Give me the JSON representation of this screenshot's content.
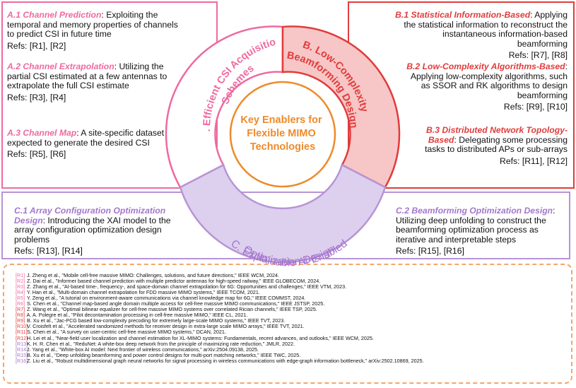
{
  "center": {
    "lines": [
      "Key Enablers for",
      "Flexible MIMO",
      "Technologies"
    ],
    "color": "#ee8a2a"
  },
  "rings": {
    "a": {
      "lines": [
        "A. Efficient CSI Acquisition",
        "Schemes"
      ],
      "color": "#ee6aa0"
    },
    "b": {
      "lines": [
        "B. Low-Complexity",
        "Beamforming Design"
      ],
      "color": "#e03c3c"
    },
    "c": {
      "lines": [
        "C. Explainable AI-Enabled",
        "Optimization Design"
      ],
      "color": "#a476cc"
    }
  },
  "panel_a": {
    "items": [
      {
        "title": "A.1 Channel Prediction",
        "text": ": Exploiting the temporal and memory properties of channels to predict CSI in future time",
        "refs": "Refs: [R1], [R2]"
      },
      {
        "title": "A.2 Channel Extrapolation",
        "text": ": Utilizing the partial CSI estimated at a few antennas to extrapolate the full CSI estimate",
        "refs": "Refs: [R3], [R4]"
      },
      {
        "title": "A.3 Channel Map",
        "text": ": A site-specific dataset expected to generate the desired CSI",
        "refs": "Refs: [R5], [R6]"
      }
    ]
  },
  "panel_b": {
    "items": [
      {
        "title": "B.1 Statistical Information-Based",
        "text": ": Applying the statistical information to reconstruct the instantaneous information-based beamforming",
        "refs": "Refs: [R7], [R8]"
      },
      {
        "title": "B.2 Low-Complexity Algorithms-Based",
        "text": ": Applying low-complexity algorithms, such as SSOR and RK algorithms to design beamforming",
        "refs": "Refs: [R9], [R10]"
      },
      {
        "title": "B.3 Distributed Network Topology-Based",
        "text": ": Delegating some processing tasks to distributed APs or sub-arrays",
        "refs": "Refs: [R11], [R12]"
      }
    ]
  },
  "panel_c": {
    "items": [
      {
        "title": "C.1 Array Configuration Optimization Design",
        "text": ": Introducing the XAI model to the array configuration optimization design problems",
        "refs": "Refs: [R13], [R14]"
      },
      {
        "title": "C.2 Beamforming Optimization Design",
        "text": ": Utilizing deep unfolding to construct the beamforming optimization process as iterative and interpretable steps",
        "refs": "Refs: [R15], [R16]"
      }
    ]
  },
  "references": [
    {
      "tag": "[R1]",
      "color": "#ee6aa0",
      "text": "J. Zheng et al., \"Mobile cell-free massive MIMO: Challenges, solutions, and future directions,\" IEEE WCM, 2024."
    },
    {
      "tag": "[R2]",
      "color": "#ee6aa0",
      "text": "Z. Dai et al., \"Informer based channel prediction with multiple predictor antennas for high-speed railway,\" IEEE GLOBECOM, 2024."
    },
    {
      "tag": "[R3]",
      "color": "#ee6aa0",
      "text": "Z. Zhang et al., \"AI-based time-, frequency-, and space-domain channel extrapolation for 6G: Opportunities and challenges,\" IEEE VTM, 2023."
    },
    {
      "tag": "[R4]",
      "color": "#ee6aa0",
      "text": "Y. Han et al., \"Multi-domain channel extrapolation for FDD massive MIMO systems,\" IEEE TCOM, 2021."
    },
    {
      "tag": "[R5]",
      "color": "#ee6aa0",
      "text": "Y. Zeng et al., \"A tutorial on environment-aware communications via channel knowledge map for 6G,\" IEEE COMMST, 2024."
    },
    {
      "tag": "[R6]",
      "color": "#ee6aa0",
      "text": "S. Chen et al., \"Channel map-based angle domain multiple access for cell-free massive MIMO communications,\" IEEE JSTSP, 2025."
    },
    {
      "tag": "[R7]",
      "color": "#e03c3c",
      "text": "Z. Wang et al., \"Optimal bilinear equalizer for cell-free massive MIMO systems over correlated Rician channels,\" IEEE TSP, 2025."
    },
    {
      "tag": "[R8]",
      "color": "#e03c3c",
      "text": "A. A. Polegre et al., \"Pilot decontamination processing in cell-free massive MIMO,\" IEEE CL, 2021."
    },
    {
      "tag": "[R9]",
      "color": "#e03c3c",
      "text": "B. Xu et al., \"Jac-PCG based low-complexity precoding for extremely large-scale MIMO systems,\" IEEE TVT, 2023."
    },
    {
      "tag": "[R10]",
      "color": "#e03c3c",
      "text": "V. Croisfelt et al., \"Accelerated randomized methods for receiver design in extra-large scale MIMO arrays,\" IEEE TVT, 2021."
    },
    {
      "tag": "[R11]",
      "color": "#e03c3c",
      "text": "S. Chen et al., \"A survey on user-centric cell-free massive MIMO systems,\" DCAN, 2021."
    },
    {
      "tag": "[R12]",
      "color": "#e03c3c",
      "text": "H. Lei et al., \"Near-field user localization and channel estimation for XL-MIMO systems: Fundamentals, recent advances, and outlooks,\" IEEE WCM, 2025."
    },
    {
      "tag": "[R13]",
      "color": "#a476cc",
      "text": "K. H. R. Chen et al., \"ReduNet: A white-box deep network from the principle of maximizing rate reduction,\" JMLR, 2022."
    },
    {
      "tag": "[R14]",
      "color": "#a476cc",
      "text": "J. Yang et al., \"White-box AI model: Next frontier of wireless communications,\" arXiv:2504.09138, 2025."
    },
    {
      "tag": "[R15]",
      "color": "#a476cc",
      "text": "B. Xu et al., \"Deep unfolding beamforming and power control designs for multi-port matching networks,\" IEEE TWC, 2025."
    },
    {
      "tag": "[R16]",
      "color": "#a476cc",
      "text": "Z. Liu et al., \"Robust multidimensional graph neural networks for signal processing in wireless communications with edge-graph information bottleneck,\" arXiv:2502.10869, 2025."
    }
  ]
}
